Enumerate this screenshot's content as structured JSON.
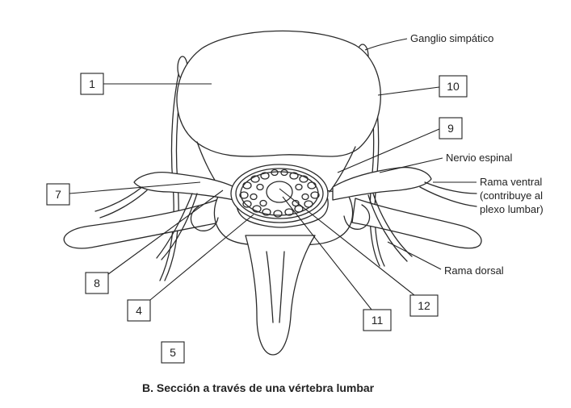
{
  "caption": "B. Sección a través de una vértebra lumbar",
  "labels": {
    "ganglio_simpatico": "Ganglio simpático",
    "nervio_espinal": "Nervio espinal",
    "rama_ventral_1": "Rama ventral",
    "rama_ventral_2": "(contribuye al",
    "rama_ventral_3": "plexo lumbar)",
    "rama_dorsal": "Rama dorsal"
  },
  "boxes": [
    "1",
    "10",
    "9",
    "7",
    "8",
    "4",
    "11",
    "12",
    "5"
  ]
}
